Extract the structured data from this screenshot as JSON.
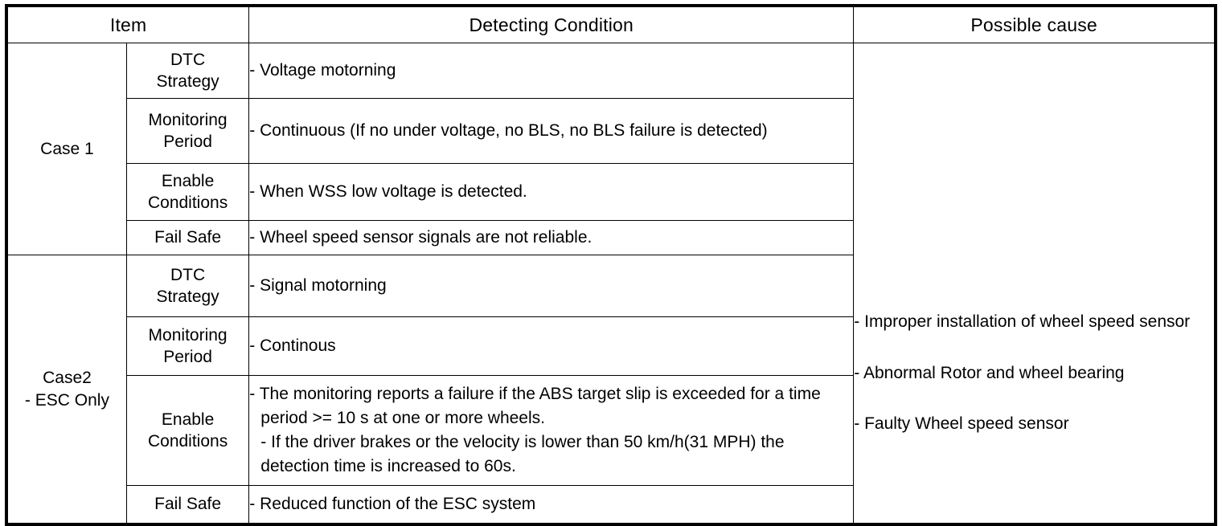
{
  "table": {
    "headers": {
      "item": "Item",
      "detecting_condition": "Detecting Condition",
      "possible_cause": "Possible cause"
    },
    "cases": [
      {
        "case_label": "Case 1",
        "rows": [
          {
            "sub_label_line1": "DTC",
            "sub_label_line2": "Strategy",
            "condition": "- Voltage motorning"
          },
          {
            "sub_label_line1": "Monitoring",
            "sub_label_line2": "Period",
            "condition": "- Continuous (If no under voltage, no BLS, no BLS failure is detected)"
          },
          {
            "sub_label_line1": "Enable",
            "sub_label_line2": "Conditions",
            "condition": "- When WSS low voltage is detected."
          },
          {
            "sub_label_line1": "Fail Safe",
            "sub_label_line2": "",
            "condition": "- Wheel speed sensor signals are not reliable."
          }
        ]
      },
      {
        "case_label_line1": "Case2",
        "case_label_line2": "- ESC Only",
        "rows": [
          {
            "sub_label_line1": "DTC",
            "sub_label_line2": "Strategy",
            "condition": "- Signal motorning"
          },
          {
            "sub_label_line1": "Monitoring",
            "sub_label_line2": "Period",
            "condition": "- Continous"
          },
          {
            "sub_label_line1": "Enable",
            "sub_label_line2": "Conditions",
            "condition_line1": "- The monitoring reports a failure if the ABS target slip is exceeded for a time period >= 10 s at one or more wheels.",
            "condition_line2": "- If the driver brakes or the velocity is lower than 50 km/h(31 MPH) the detection time is increased to 60s."
          },
          {
            "sub_label_line1": "Fail Safe",
            "sub_label_line2": "",
            "condition": "- Reduced function of the ESC system"
          }
        ]
      }
    ],
    "possible_causes": [
      "- Improper installation of wheel speed sensor",
      "- Abnormal Rotor and wheel bearing",
      "- Faulty Wheel speed sensor"
    ]
  },
  "colors": {
    "border": "#000000",
    "background": "#ffffff",
    "text": "#000000"
  }
}
